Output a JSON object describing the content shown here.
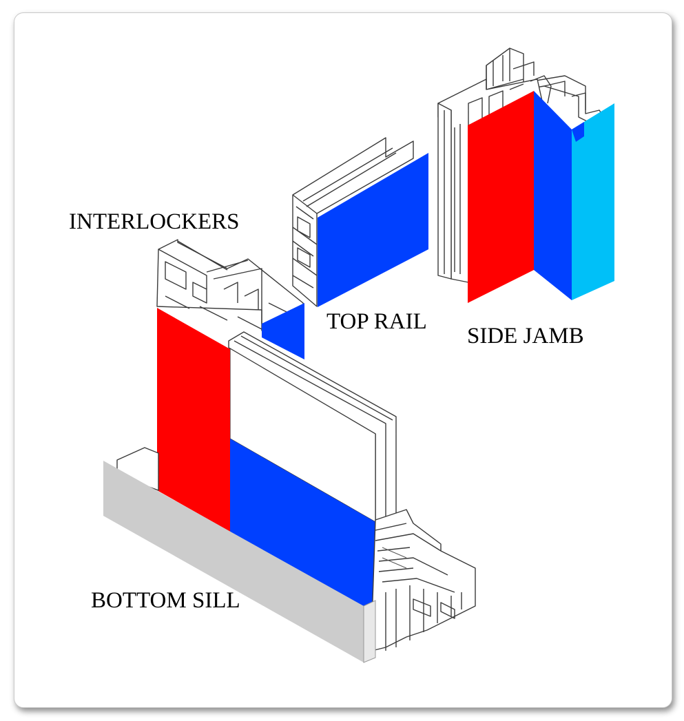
{
  "labels": {
    "interlockers": "INTERLOCKERS",
    "top_rail": "TOP RAIL",
    "side_jamb": "SIDE JAMB",
    "bottom_sill": "BOTTOM SILL"
  },
  "colors": {
    "red": "#ff0000",
    "blue": "#0040ff",
    "cyan": "#00c0f8",
    "gray": "#cccccc",
    "line": "#3a3a3a"
  }
}
